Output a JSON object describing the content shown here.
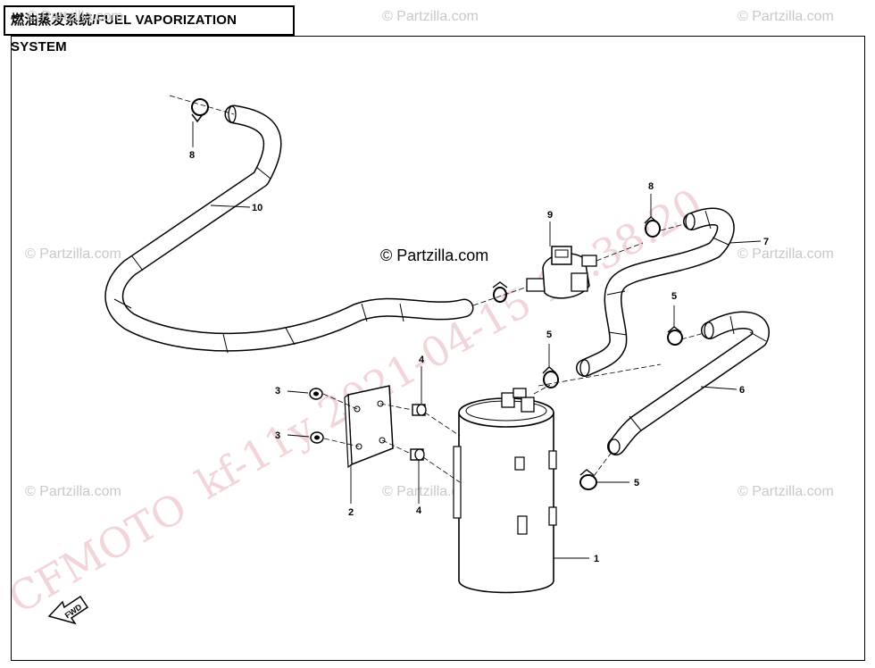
{
  "title": "燃油蒸发系统/FUEL VAPORIZATION SYSTEM",
  "brand_watermark": "© Partzilla.com",
  "partzilla_label": "© Partzilla.com",
  "diagonal_watermark": {
    "brand": "CFMOTO",
    "code_date": "kf-11y  2021-04-15  13:38:20"
  },
  "fwd_label": "FWD",
  "callouts": [
    "1",
    "2",
    "3",
    "3",
    "4",
    "4",
    "5",
    "5",
    "5",
    "6",
    "7",
    "8",
    "8",
    "9",
    "10"
  ],
  "colors": {
    "line": "#000000",
    "hose_fill": "#ffffff",
    "canister_fill": "#ffffff",
    "watermark_grey": "#c8c8c8",
    "watermark_pink": "#f1d5d9"
  }
}
